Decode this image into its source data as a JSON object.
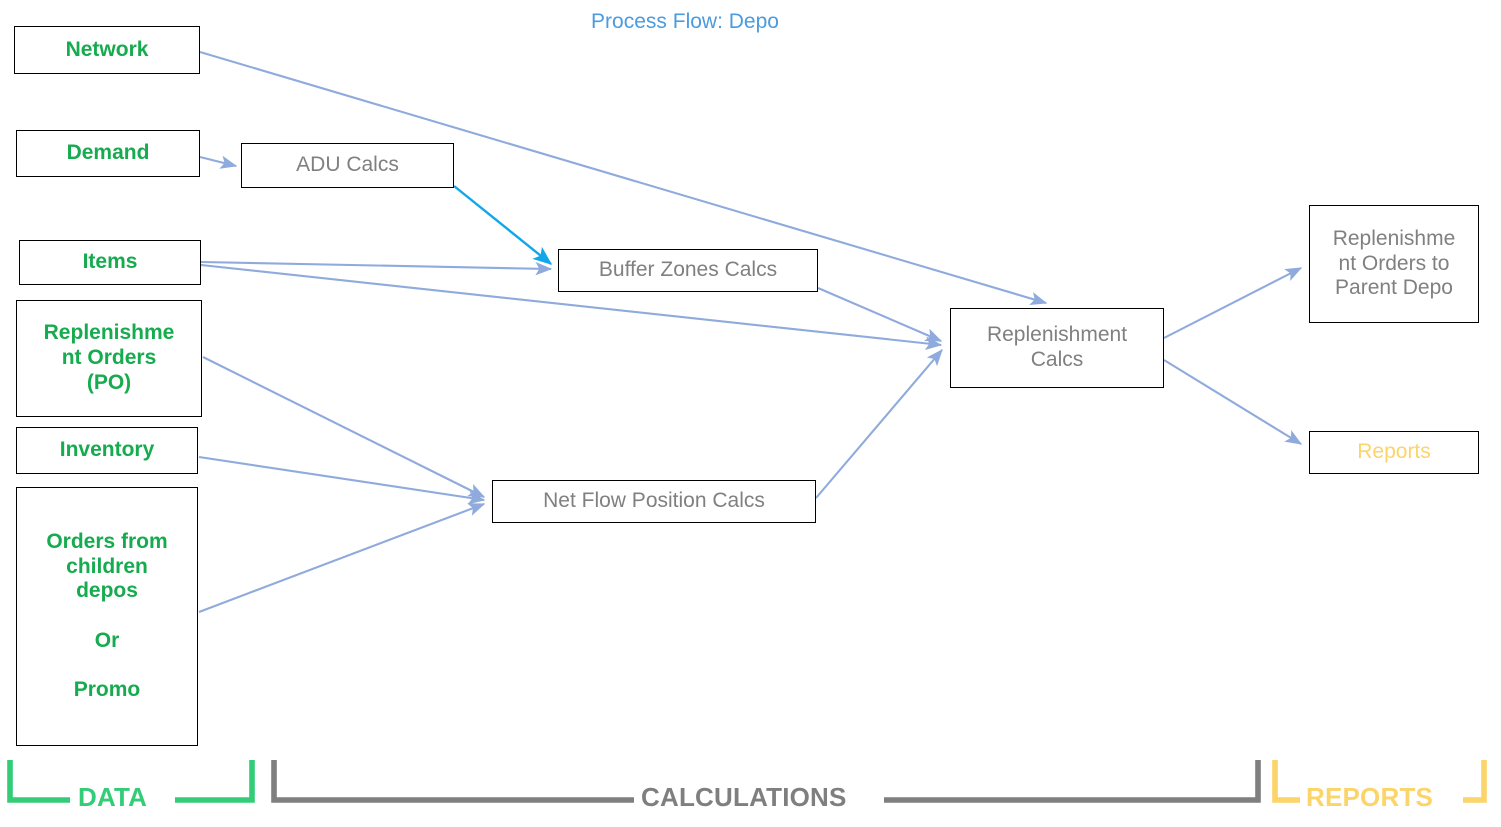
{
  "title": "Process Flow: Depo",
  "colors": {
    "data_text": "#17AB4F",
    "calc_text": "#808080",
    "report_text": "#FBD46A",
    "title_text": "#4A9BE0",
    "arrow_default": "#8FAADC",
    "arrow_highlight": "#11A7E8",
    "bracket_data": "#33CC77",
    "bracket_calculations": "#7F7F7F",
    "bracket_reports": "#FBD46A",
    "node_border": "#000000"
  },
  "nodes": {
    "network": "Network",
    "demand": "Demand",
    "items": "Items",
    "replenishment_orders_po": "Replenishme\nnt Orders\n(PO)",
    "inventory": "Inventory",
    "orders_children": "Orders from\nchildren\ndepos\n\nOr\n\nPromo",
    "adu_calcs": "ADU Calcs",
    "buffer_zones_calcs": "Buffer Zones Calcs",
    "net_flow_position_calcs": "Net Flow Position  Calcs",
    "replenishment_calcs": "Replenishment\nCalcs",
    "replenishment_orders_parent": "Replenishme\nnt  Orders to\nParent Depo",
    "reports": "Reports"
  },
  "bands": {
    "data": "DATA",
    "calculations": "CALCULATIONS",
    "reports": "REPORTS"
  },
  "edges": [
    {
      "from": "network",
      "to": "replenishment_calcs",
      "style": "default"
    },
    {
      "from": "demand",
      "to": "adu_calcs",
      "style": "default"
    },
    {
      "from": "adu_calcs",
      "to": "buffer_zones_calcs",
      "style": "highlight"
    },
    {
      "from": "items",
      "to": "buffer_zones_calcs",
      "style": "default"
    },
    {
      "from": "items",
      "to": "replenishment_calcs",
      "style": "default"
    },
    {
      "from": "replenishment_orders_po",
      "to": "net_flow_position_calcs",
      "style": "default"
    },
    {
      "from": "inventory",
      "to": "net_flow_position_calcs",
      "style": "default"
    },
    {
      "from": "orders_children",
      "to": "net_flow_position_calcs",
      "style": "default"
    },
    {
      "from": "buffer_zones_calcs",
      "to": "replenishment_calcs",
      "style": "default"
    },
    {
      "from": "net_flow_position_calcs",
      "to": "replenishment_calcs",
      "style": "default"
    },
    {
      "from": "replenishment_calcs",
      "to": "replenishment_orders_parent",
      "style": "default"
    },
    {
      "from": "replenishment_calcs",
      "to": "reports",
      "style": "default"
    }
  ]
}
